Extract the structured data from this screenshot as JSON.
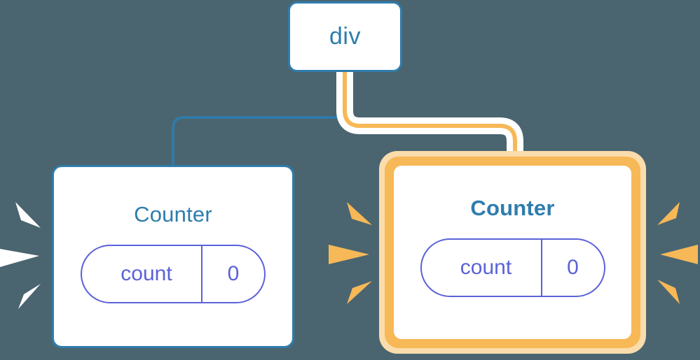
{
  "background_color": "#4a6570",
  "palette": {
    "blue": "#2e7dad",
    "orange": "#f7b857",
    "orange_halo": "#fbdcac",
    "purple": "#5b62d8",
    "white": "#ffffff"
  },
  "nodes": {
    "root": {
      "label": "div",
      "type": "element"
    },
    "counter_left": {
      "title": "Counter",
      "state": {
        "key": "count",
        "value": "0"
      },
      "highlighted": "false",
      "rerendered": "true"
    },
    "counter_right": {
      "title": "Counter",
      "state": {
        "key": "count",
        "value": "0"
      },
      "highlighted": "true",
      "rerendered": "true"
    }
  },
  "edges": [
    {
      "from": "div",
      "to": "counter-left",
      "color": "#2e7dad",
      "style": "plain"
    },
    {
      "from": "div",
      "to": "counter-right",
      "color": "#f7b857",
      "style": "highlighted-with-white-halo"
    }
  ],
  "bursts": [
    {
      "name": "left-counter-burst",
      "color": "#ffffff",
      "direction": "right"
    },
    {
      "name": "between-counters-burst",
      "color": "#f7b857",
      "direction": "right"
    },
    {
      "name": "right-counter-burst",
      "color": "#f7b857",
      "direction": "left"
    }
  ]
}
